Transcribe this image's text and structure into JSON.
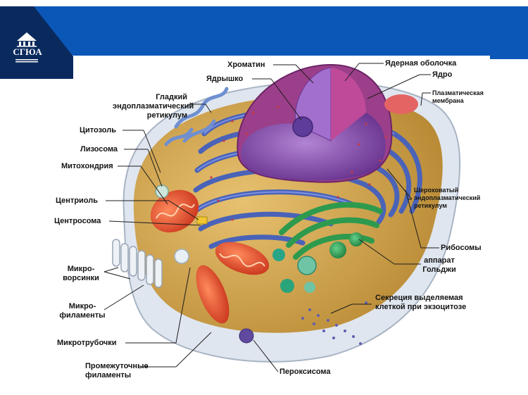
{
  "header": {
    "logo_text": "СГЮА"
  },
  "colors": {
    "banner": "#0b57b8",
    "banner_dark": "#0a2a5e",
    "cytoplasm": "#c9a04a",
    "er": "#4a63b8",
    "nucleus": "#8a4fb0",
    "mitochondria": "#e4502c",
    "golgi": "#2e9a4e"
  },
  "labels": {
    "chromatin": "Хроматин",
    "nucleolus": "Ядрышко",
    "nuclear_envelope": "Ядерная оболочка",
    "nucleus": "Ядро",
    "plasma_membrane_1": "Плазматическая",
    "plasma_membrane_2": "мембрана",
    "smooth_er_1": "Гладкий",
    "smooth_er_2": "эндоплазматический",
    "smooth_er_3": "ретикулум",
    "cytosol": "Цитозоль",
    "lysosome": "Лизосома",
    "mitochondrion": "Митохондрия",
    "centriole": "Центриоль",
    "centrosome": "Центросома",
    "rough_er_1": "Шероховатый",
    "rough_er_2": "эндоплазматический",
    "rough_er_3": "ретикулум",
    "ribosomes": "Рибосомы",
    "golgi_1": "аппарат",
    "golgi_2": "Гольджи",
    "microvilli_1": "Микро-",
    "microvilli_2": "ворсинки",
    "microfilaments_1": "Микро-",
    "microfilaments_2": "филаменты",
    "secretion_1": "Секреция выделяемая",
    "secretion_2": "клеткой при экзоцитозе",
    "microtubules": "Микротрубочки",
    "intermediate_1": "Промежуточные",
    "intermediate_2": "филаменты",
    "peroxisome": "Пероксисома"
  }
}
